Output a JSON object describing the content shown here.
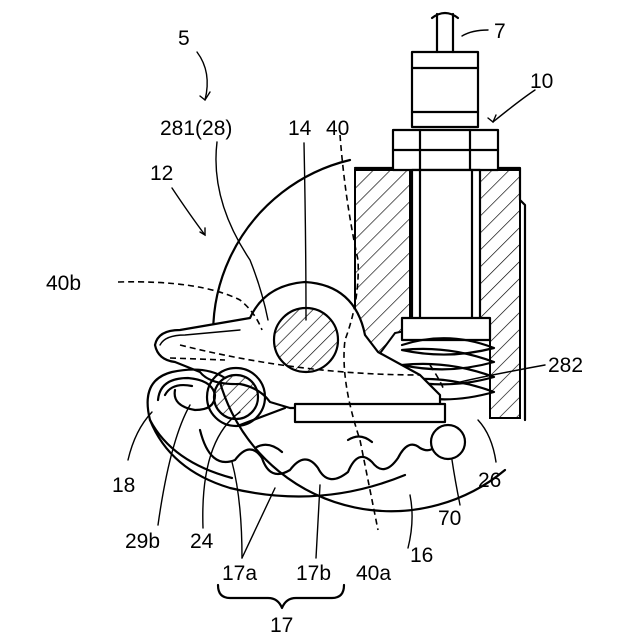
{
  "figure": {
    "labels": {
      "l5": "5",
      "l7": "7",
      "l10": "10",
      "l281": "281(28)",
      "l14": "14",
      "l40": "40",
      "l12": "12",
      "l40b": "40b",
      "l282": "282",
      "l18": "18",
      "l29b": "29b",
      "l24": "24",
      "l17a": "17a",
      "l17b": "17b",
      "l40a": "40a",
      "l16": "16",
      "l70": "70",
      "l26": "26",
      "l17": "17"
    }
  }
}
